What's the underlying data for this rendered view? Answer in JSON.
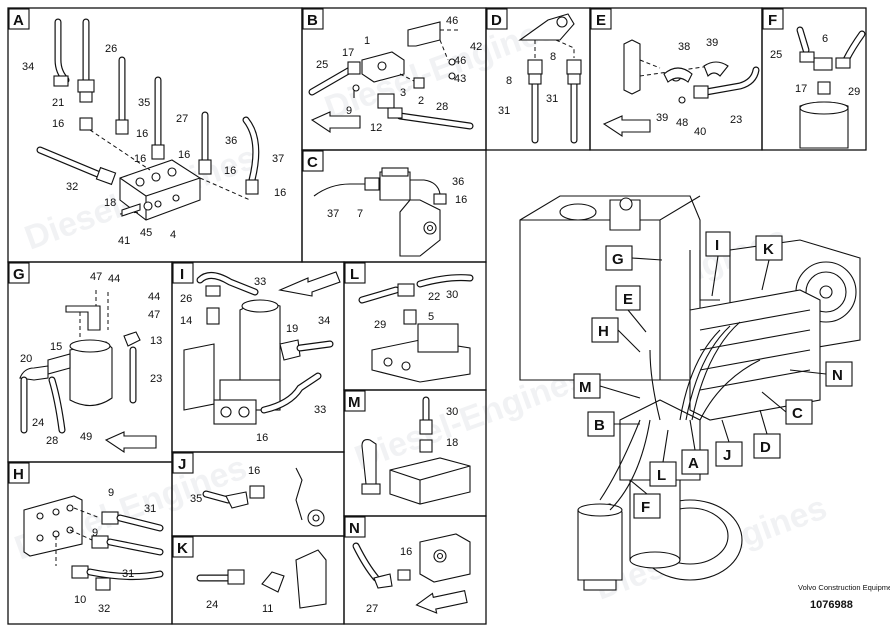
{
  "document_number": "1076988",
  "manufacturer_caption": "Volvo Construction Equipment",
  "watermark_text": "Diesel-Engines",
  "panels": [
    {
      "id": "A",
      "callouts": [
        "26",
        "34",
        "21",
        "35",
        "16",
        "27",
        "16",
        "36",
        "16",
        "37",
        "16",
        "16",
        "32",
        "18",
        "16",
        "41",
        "45",
        "4"
      ]
    },
    {
      "id": "B",
      "callouts": [
        "1",
        "46",
        "42",
        "17",
        "46",
        "25",
        "43",
        "3",
        "2",
        "9",
        "28",
        "12"
      ]
    },
    {
      "id": "C",
      "callouts": [
        "36",
        "16",
        "37",
        "7"
      ]
    },
    {
      "id": "D",
      "callouts": [
        "8",
        "8",
        "31",
        "31"
      ]
    },
    {
      "id": "E",
      "callouts": [
        "38",
        "39",
        "39",
        "48",
        "40",
        "23"
      ]
    },
    {
      "id": "F",
      "callouts": [
        "6",
        "25",
        "17",
        "29"
      ]
    },
    {
      "id": "G",
      "callouts": [
        "47",
        "44",
        "44",
        "47",
        "13",
        "20",
        "15",
        "23",
        "24",
        "28",
        "49"
      ]
    },
    {
      "id": "H",
      "callouts": [
        "9",
        "31",
        "9",
        "31",
        "10",
        "32"
      ]
    },
    {
      "id": "I",
      "callouts": [
        "33",
        "26",
        "14",
        "19",
        "34",
        "33",
        "16"
      ]
    },
    {
      "id": "J",
      "callouts": [
        "16",
        "35"
      ]
    },
    {
      "id": "K",
      "callouts": [
        "24",
        "11"
      ]
    },
    {
      "id": "L",
      "callouts": [
        "22",
        "30",
        "29",
        "5"
      ]
    },
    {
      "id": "M",
      "callouts": [
        "30",
        "18"
      ]
    },
    {
      "id": "N",
      "callouts": [
        "16",
        "27"
      ]
    }
  ],
  "overview_labels": [
    "G",
    "I",
    "K",
    "E",
    "H",
    "N",
    "M",
    "B",
    "C",
    "D",
    "J",
    "A",
    "L",
    "F"
  ]
}
